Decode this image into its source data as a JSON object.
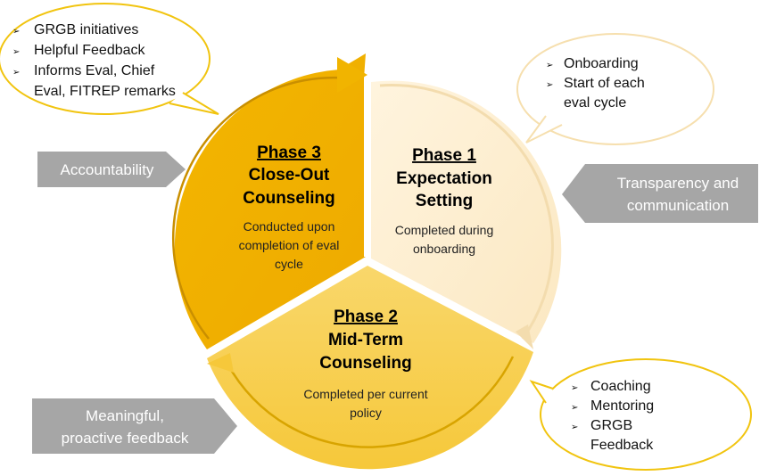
{
  "phases": {
    "phase1": {
      "heading": "Phase 1",
      "title_lines": [
        "Expectation",
        "Setting"
      ],
      "desc_lines": [
        "Completed during",
        "onboarding"
      ]
    },
    "phase2": {
      "heading": "Phase 2",
      "title_lines": [
        "Mid-Term",
        "Counseling"
      ],
      "desc_lines": [
        "Completed per current",
        "policy"
      ]
    },
    "phase3": {
      "heading": "Phase 3",
      "title_lines": [
        "Close-Out",
        "Counseling"
      ],
      "desc_lines": [
        "Conducted upon",
        "completion of eval",
        "cycle"
      ]
    }
  },
  "callouts": {
    "top_left": {
      "items": [
        "GRGB initiatives",
        "Helpful Feedback",
        "Informs Eval, Chief",
        "Eval, FITREP remarks"
      ],
      "bullet_rows": [
        true,
        true,
        true,
        false
      ]
    },
    "top_right": {
      "items": [
        "Onboarding",
        "Start of each",
        "eval cycle"
      ],
      "bullet_rows": [
        true,
        true,
        false
      ]
    },
    "bottom_right": {
      "items": [
        "Coaching",
        "Mentoring",
        "GRGB",
        "Feedback"
      ],
      "bullet_rows": [
        true,
        true,
        true,
        false
      ]
    }
  },
  "side_arrows": {
    "accountability": {
      "lines": [
        "Accountability"
      ]
    },
    "transparency": {
      "lines": [
        "Transparency and",
        "communication"
      ]
    },
    "feedback": {
      "lines": [
        "Meaningful,",
        "proactive feedback"
      ]
    }
  },
  "colors": {
    "phase1_fill": "#fdf0d4",
    "phase2_fill": "#f8cf55",
    "phase3_fill": "#f1b400",
    "callout_border": "#f1c40f",
    "gray_arrow": "#a6a6a6"
  },
  "icons": {
    "bullet": "arrowhead-bullet-icon"
  }
}
